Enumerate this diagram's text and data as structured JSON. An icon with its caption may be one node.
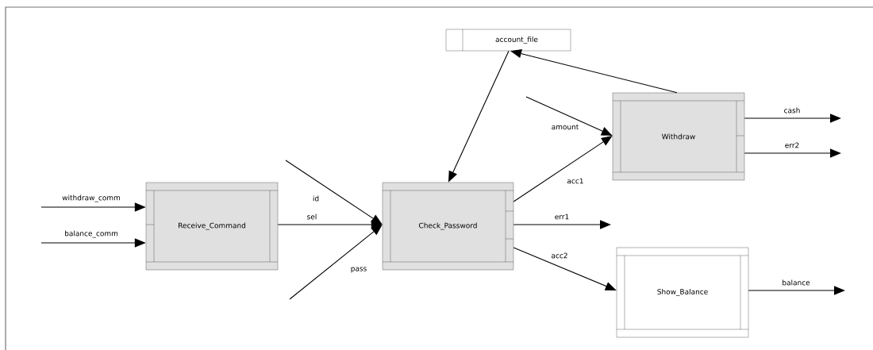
{
  "diagram": {
    "nodes": [
      {
        "text": [
          "Receive_Command"
        ]
      },
      {
        "text": [
          "Check_Password"
        ]
      },
      {
        "text": [
          "account_file"
        ]
      },
      {
        "text": [
          "Withdraw"
        ]
      },
      {
        "text": [
          "Show_Balance"
        ]
      }
    ],
    "edges": [
      {
        "from": null,
        "to": 0,
        "arrow": "to",
        "label": "withdraw_comm"
      },
      {
        "from": null,
        "to": 0,
        "arrow": "to",
        "label": "balance_comm"
      },
      {
        "from": null,
        "to": 1,
        "arrow": "to",
        "label": "id"
      },
      {
        "from": 0,
        "to": 1,
        "arrow": "to",
        "label": "sel"
      },
      {
        "from": null,
        "to": 1,
        "arrow": "to",
        "label": "pass"
      },
      {
        "from": 2,
        "to": 1,
        "arrow": "to"
      },
      {
        "from": 3,
        "to": 2,
        "arrow": "to"
      },
      {
        "from": null,
        "to": 3,
        "arrow": "to",
        "label": "amount"
      },
      {
        "from": 1,
        "to": 3,
        "arrow": "to",
        "label": "acc1"
      },
      {
        "from": 1,
        "to": null,
        "arrow": "to",
        "label": "err1"
      },
      {
        "from": 1,
        "to": 4,
        "arrow": "to",
        "label": "acc2"
      },
      {
        "from": 3,
        "to": null,
        "arrow": "to",
        "label": "cash"
      },
      {
        "from": 3,
        "to": null,
        "arrow": "to",
        "label": "err2"
      },
      {
        "from": 4,
        "to": null,
        "arrow": "to",
        "label": "balance"
      }
    ]
  }
}
